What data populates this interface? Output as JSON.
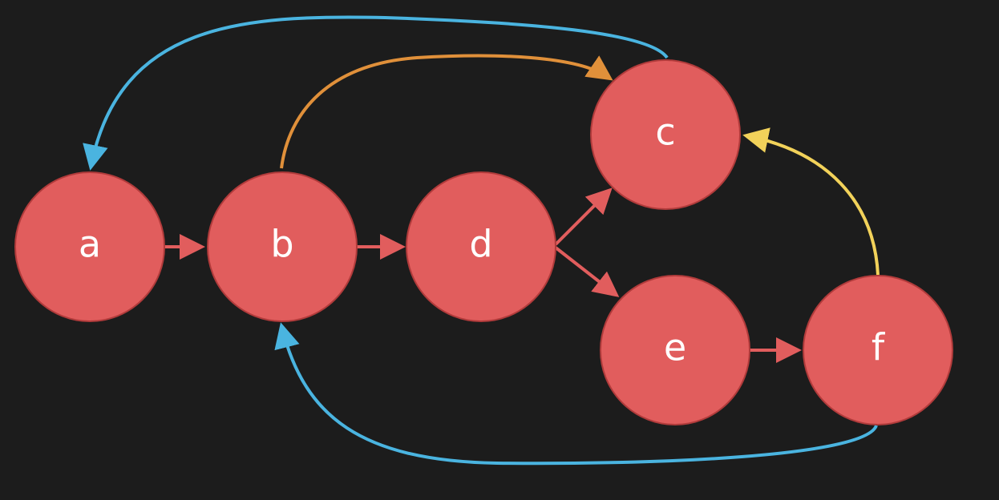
{
  "diagram": {
    "background": "#1c1c1c",
    "node_color": "#e15d5d",
    "nodes": [
      {
        "id": "a",
        "label": "a"
      },
      {
        "id": "b",
        "label": "b"
      },
      {
        "id": "c",
        "label": "c"
      },
      {
        "id": "d",
        "label": "d"
      },
      {
        "id": "e",
        "label": "e"
      },
      {
        "id": "f",
        "label": "f"
      }
    ],
    "edges": [
      {
        "from": "a",
        "to": "b",
        "color": "#e15d5d"
      },
      {
        "from": "b",
        "to": "d",
        "color": "#e15d5d"
      },
      {
        "from": "d",
        "to": "c",
        "color": "#e15d5d"
      },
      {
        "from": "d",
        "to": "e",
        "color": "#e15d5d"
      },
      {
        "from": "e",
        "to": "f",
        "color": "#e15d5d"
      },
      {
        "from": "b",
        "to": "c",
        "color": "#e0903a"
      },
      {
        "from": "c",
        "to": "a",
        "color": "#4ab4e0"
      },
      {
        "from": "f",
        "to": "c",
        "color": "#f2d25a"
      },
      {
        "from": "f",
        "to": "b",
        "color": "#4ab4e0"
      }
    ]
  }
}
